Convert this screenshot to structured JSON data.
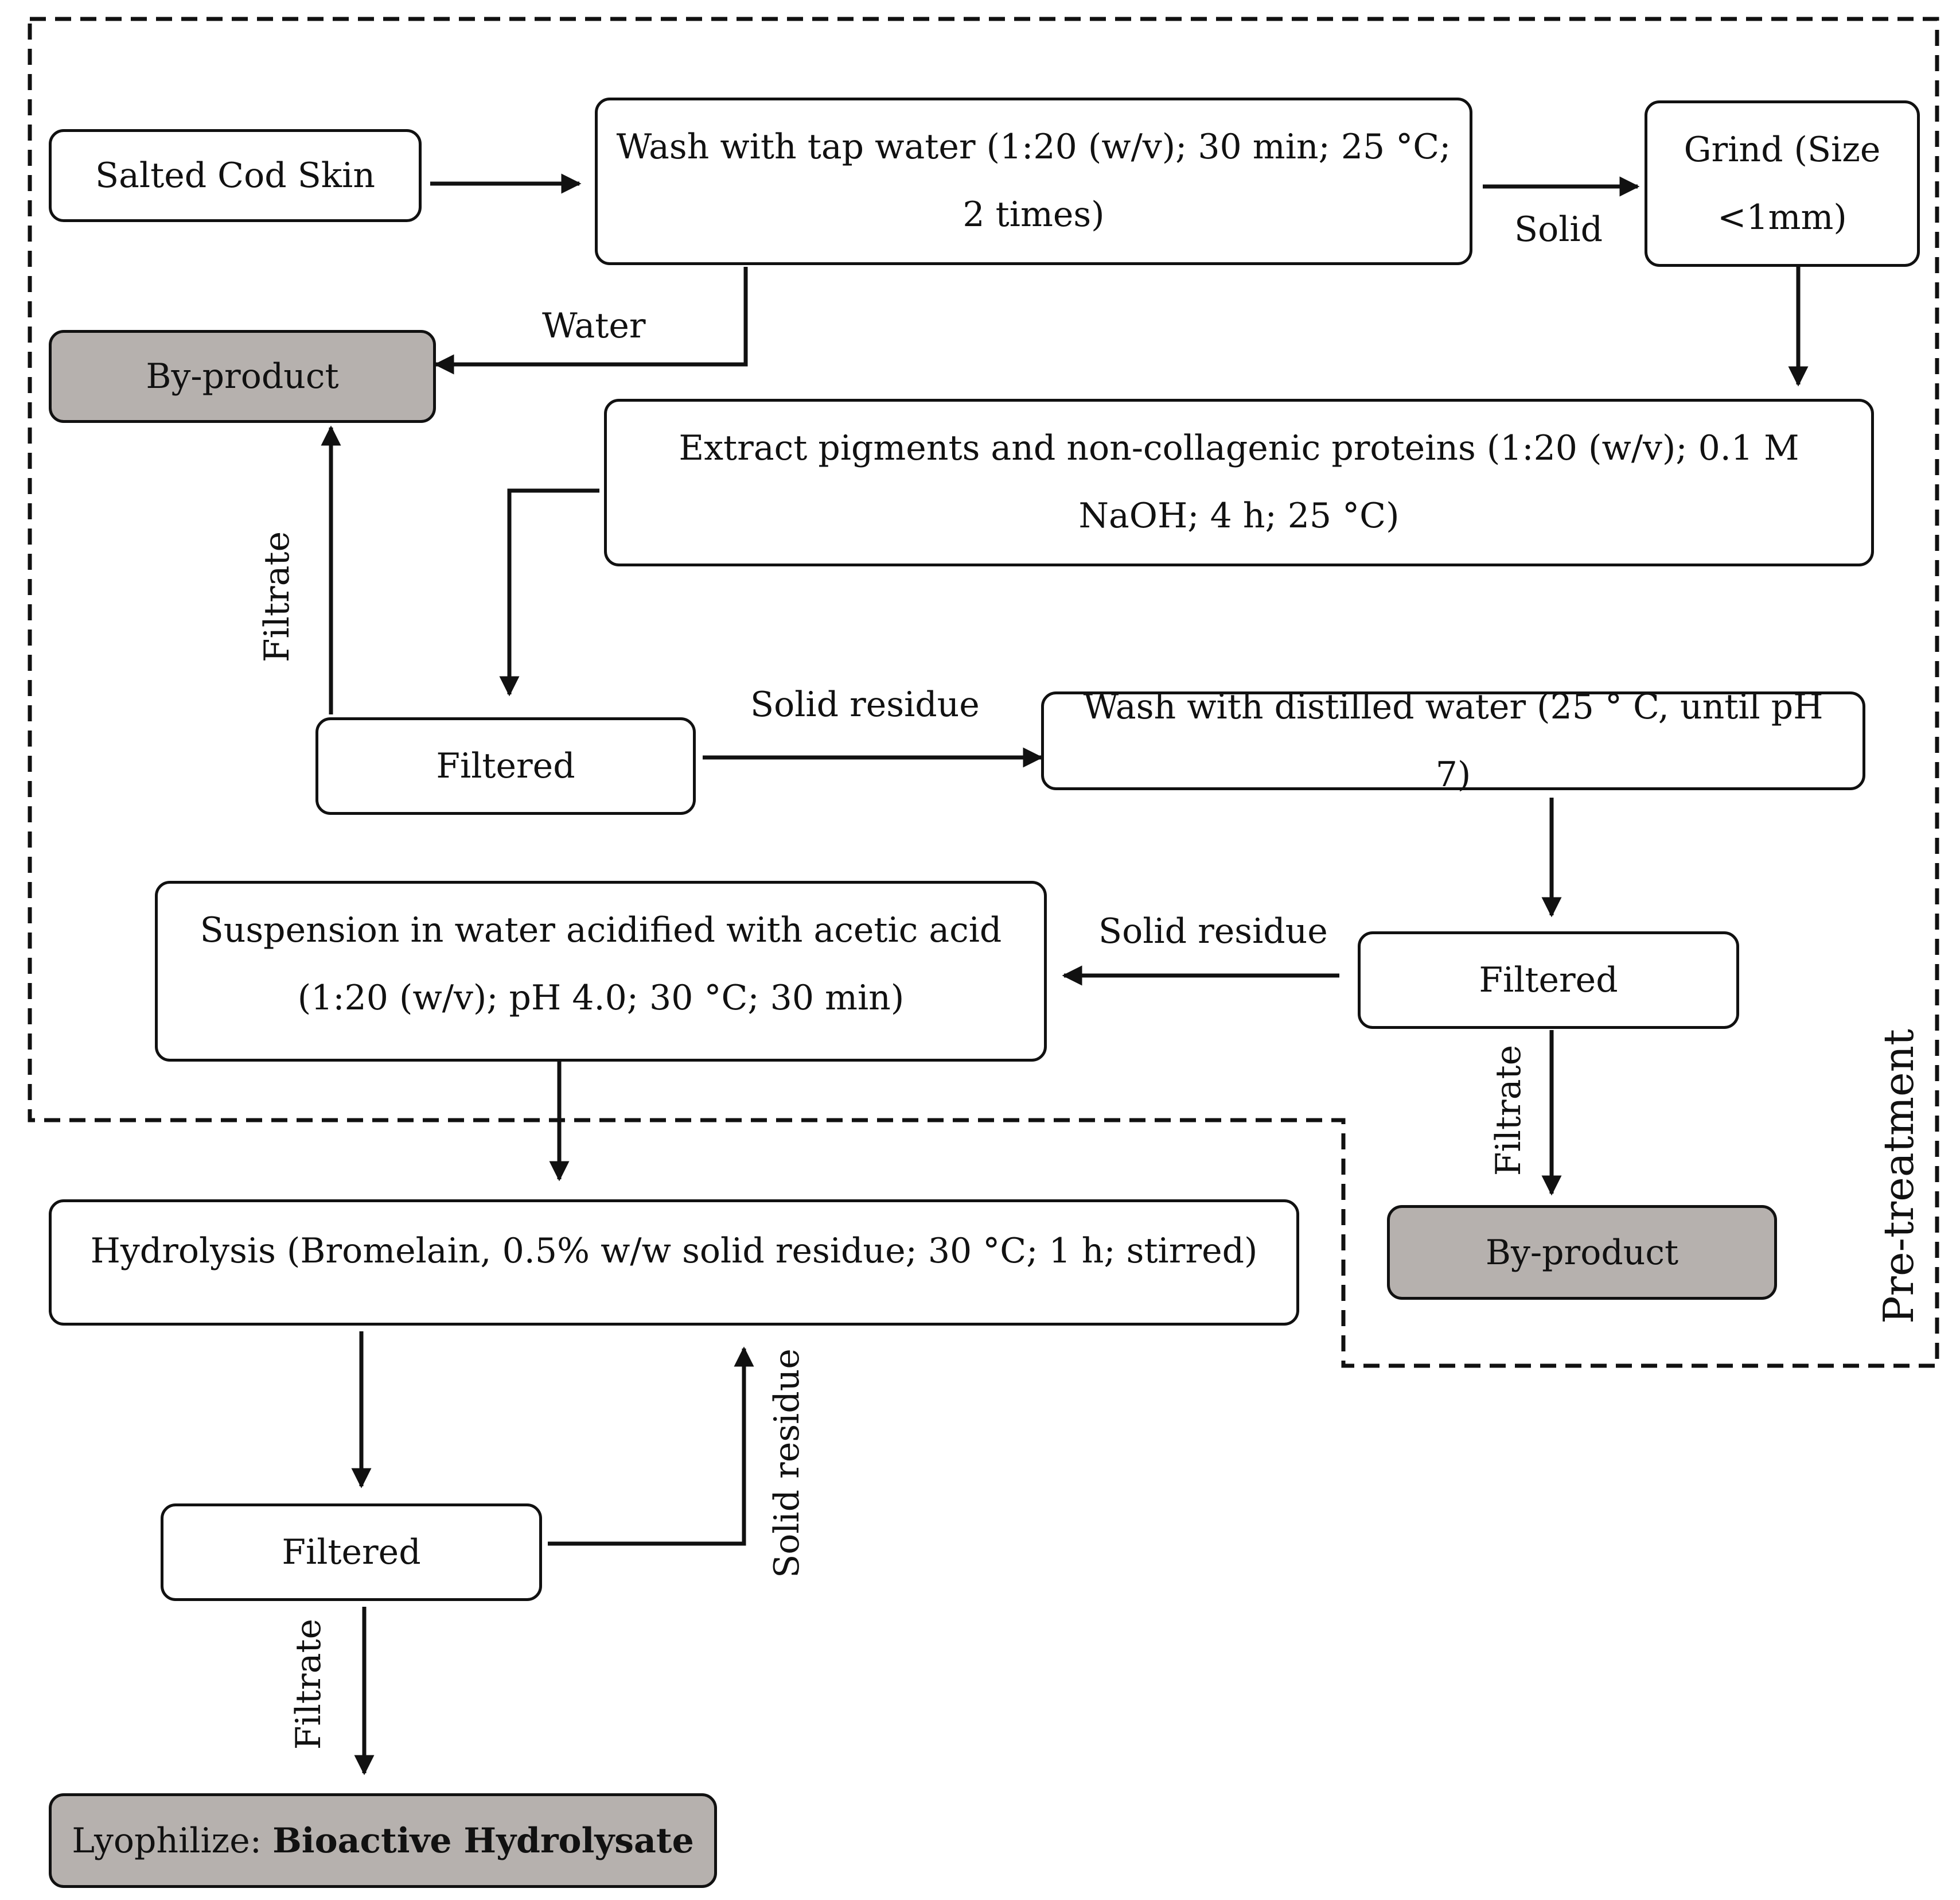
{
  "boxes": {
    "salted_cod_skin": "Salted Cod Skin",
    "wash_tap_water": "Wash with tap water (1:20 (w/v); 30 min; 25 °C; 2 times)",
    "grind": "Grind (Size <1mm)",
    "byproduct_1": "By-product",
    "extract": "Extract pigments and non-collagenic proteins (1:20 (w/v); 0.1 M NaOH; 4 h; 25 °C)",
    "filtered_1": "Filtered",
    "wash_distilled": "Wash with distilled water (25 ° C, until pH 7)",
    "suspension": "Suspension in water acidified with acetic acid (1:20 (w/v); pH 4.0; 30 °C; 30 min)",
    "filtered_2": "Filtered",
    "hydrolysis": "Hydrolysis (Bromelain, 0.5% w/w solid residue; 30 °C; 1 h; stirred)",
    "byproduct_2": "By-product",
    "filtered_3": "Filtered",
    "lyophilize_prefix": "Lyophilize: ",
    "lyophilize_bold": "Bioactive Hydrolysate"
  },
  "labels": {
    "water": "Water",
    "solid": "Solid",
    "filtrate_1": "Filtrate",
    "solid_residue_1": "Solid residue",
    "solid_residue_2": "Solid residue",
    "filtrate_2": "Filtrate",
    "solid_residue_3": "Solid residue",
    "filtrate_3": "Filtrate",
    "pretreatment": "Pre-treatment"
  },
  "colors": {
    "byproduct_fill": "#b6b1ae",
    "line": "#111111"
  }
}
